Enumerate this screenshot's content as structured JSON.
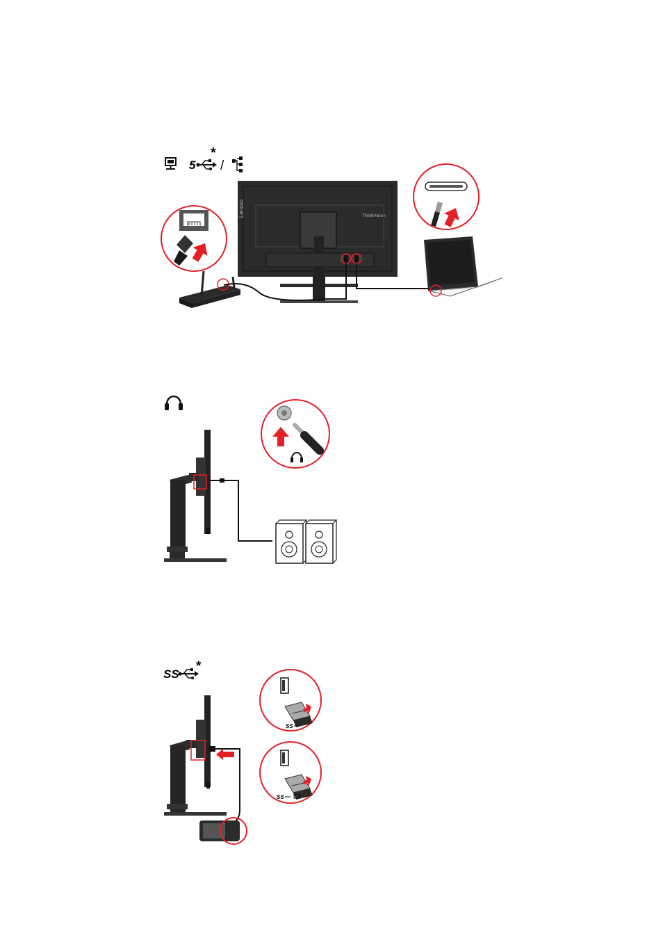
{
  "figure1": {
    "header_icons": [
      "monitor-icon",
      "usb-c-5gbps-icon",
      "ethernet-network-icon"
    ],
    "usb_speed_digit": "5",
    "asterisk": "*",
    "separator": "/",
    "monitor_brand_side": "Lenovo",
    "monitor_brand_front": "ThinkVision"
  },
  "figure2": {
    "header_icons": [
      "headphone-icon"
    ]
  },
  "figure3": {
    "usb_logo_text": "SS",
    "asterisk": "*",
    "inset1_label": "SS",
    "inset2_label": "SS"
  },
  "colors": {
    "accent_red": "#e41f26",
    "device_dark": "#2b2b2b",
    "device_mid": "#555555",
    "line": "#111111"
  }
}
